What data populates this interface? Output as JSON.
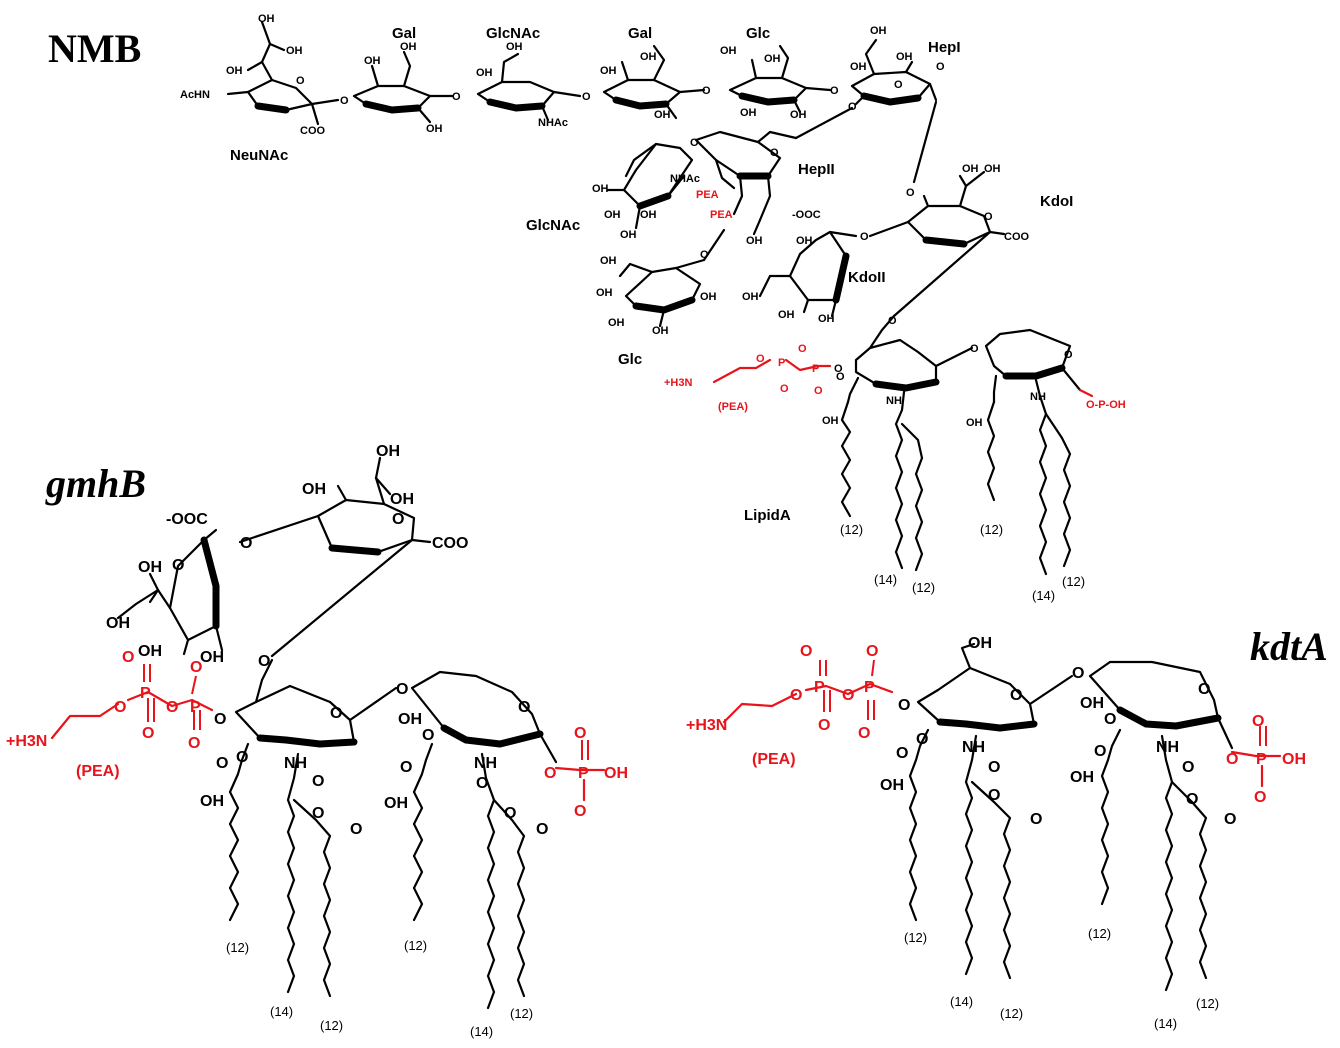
{
  "panels": {
    "nmb": {
      "title": "NMB",
      "sugars": {
        "gal1": "Gal",
        "glcnac1": "GlcNAc",
        "gal2": "Gal",
        "glc1": "Glc",
        "hepi": "HepI",
        "neunac": "NeuNAc",
        "hepii": "HepII",
        "glcnac2": "GlcNAc",
        "kdoi": "KdoI",
        "kdoii": "KdoII",
        "glc2": "Glc",
        "lipida": "LipidA"
      },
      "groups": {
        "oh": "OH",
        "achn": "AcHN",
        "nhac": "NHAc",
        "coo": "COO",
        "ooc": "-OOC",
        "nh": "NH",
        "o": "O",
        "h3n": "+H3N",
        "pea": "PEA",
        "pea_paren": "(PEA)",
        "p": "P",
        "oh_p": "O-P-OH"
      },
      "chain_lengths": [
        "(12)",
        "(14)",
        "(12)",
        "(12)",
        "(14)",
        "(12)"
      ]
    },
    "gmhb": {
      "title": "gmhB",
      "groups": {
        "ooc": "-OOC",
        "coo": "COO",
        "oh": "OH",
        "o": "O",
        "nh": "NH",
        "h3n": "+H3N",
        "pea": "(PEA)",
        "p": "P"
      },
      "chain_lengths": [
        "(12)",
        "(14)",
        "(12)",
        "(12)",
        "(14)",
        "(12)"
      ]
    },
    "kdta": {
      "title": "kdtA",
      "groups": {
        "oh": "OH",
        "o": "O",
        "nh": "NH",
        "h3n": "+H3N",
        "pea": "(PEA)",
        "p": "P"
      },
      "chain_lengths": [
        "(12)",
        "(14)",
        "(12)",
        "(12)",
        "(14)",
        "(12)"
      ]
    }
  },
  "colors": {
    "structure": "#000000",
    "phosphoethanolamine": "#e8141b"
  }
}
